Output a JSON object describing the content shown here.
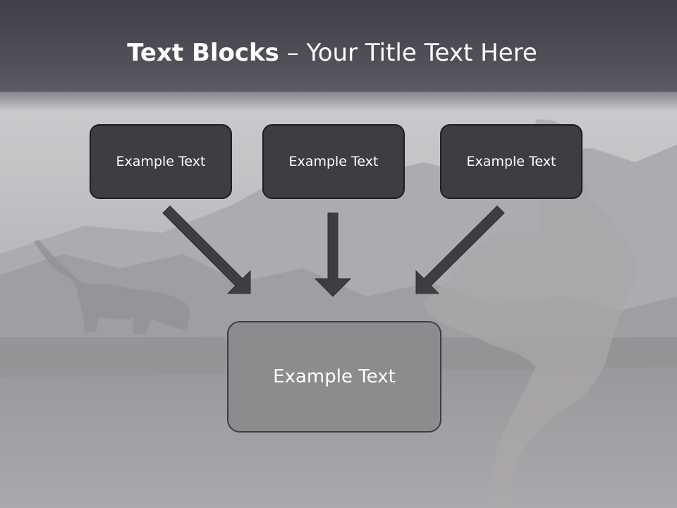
{
  "title": {
    "bold": "Text Blocks",
    "rest": " – Your Title Text Here"
  },
  "blocks": {
    "left": "Example Text",
    "center": "Example Text",
    "right": "Example Text",
    "bottom": "Example Text"
  },
  "colors": {
    "title_bar": "#47474f",
    "top_box": "#3d3e44",
    "bottom_box": "#8c8c8e",
    "arrow": "#3d3e44"
  }
}
